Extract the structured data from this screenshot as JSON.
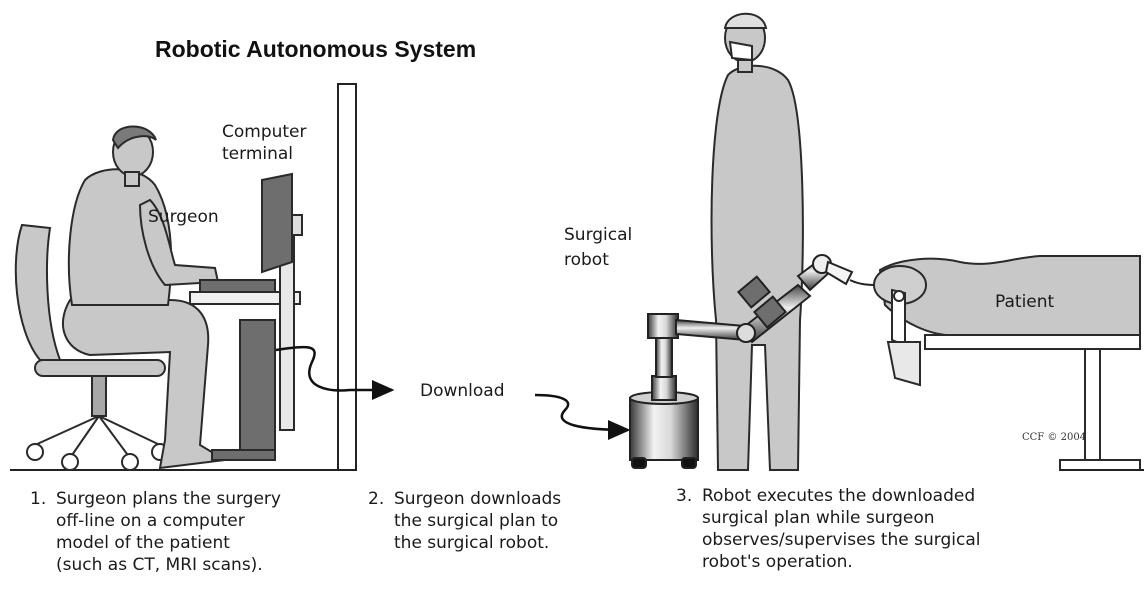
{
  "title": "Robotic Autonomous System",
  "labels": {
    "computer_terminal_line1": "Computer",
    "computer_terminal_line2": "terminal",
    "surgeon": "Surgeon",
    "surgical_robot_line1": "Surgical",
    "surgical_robot_line2": "robot",
    "download": "Download",
    "patient": "Patient",
    "copyright": "CCF © 2004"
  },
  "steps": [
    {
      "number": "1.",
      "lines": [
        "Surgeon plans the surgery",
        "off-line on a computer",
        "model of the patient",
        "(such as CT, MRI scans)."
      ]
    },
    {
      "number": "2.",
      "lines": [
        "Surgeon downloads",
        "the surgical plan to",
        "the surgical robot."
      ]
    },
    {
      "number": "3.",
      "lines": [
        "Robot executes the downloaded",
        "surgical plan while surgeon",
        "observes/supervises the surgical",
        "robot's operation."
      ]
    }
  ],
  "colors": {
    "figure_fill": "#c8c8c8",
    "figure_stroke": "#2a2a2a",
    "dark_equipment": "#6e6e6e",
    "metal_light": "#e6e6e6",
    "metal_dark": "#4a4a4a"
  }
}
